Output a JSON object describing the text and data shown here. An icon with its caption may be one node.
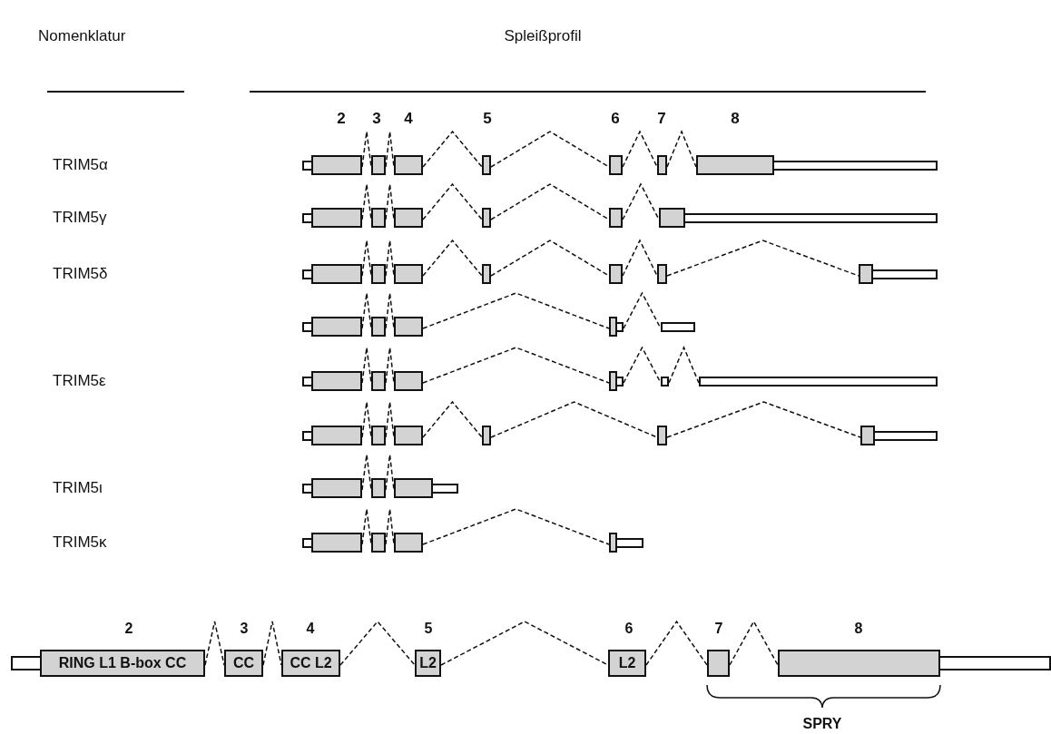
{
  "diagram": {
    "nodes": [
      {
        "text": [],
        "shape": "box"
      },
      {
        "text": [],
        "shape": "box"
      },
      {
        "text": [],
        "shape": "box"
      },
      {
        "text": [],
        "shape": "box"
      },
      {
        "text": [],
        "shape": "box"
      },
      {
        "text": [],
        "shape": "box"
      },
      {
        "text": [],
        "shape": "box"
      },
      {
        "text": [],
        "shape": "box"
      },
      {
        "text": [],
        "shape": "box"
      },
      {
        "text": [],
        "shape": "box"
      },
      {
        "text": [],
        "shape": "box"
      },
      {
        "text": [],
        "shape": "box"
      },
      {
        "text": [],
        "shape": "box"
      },
      {
        "text": [],
        "shape": "box"
      },
      {
        "text": [],
        "shape": "box"
      },
      {
        "text": [],
        "shape": "box"
      },
      {
        "text": [],
        "shape": "box"
      },
      {
        "text": [],
        "shape": "box"
      },
      {
        "text": [],
        "shape": "box"
      },
      {
        "text": [],
        "shape": "box"
      },
      {
        "text": [],
        "shape": "box"
      },
      {
        "text": [],
        "shape": "box"
      },
      {
        "text": [],
        "shape": "box"
      },
      {
        "text": [],
        "shape": "box"
      },
      {
        "text": [],
        "shape": "box"
      },
      {
        "text": [],
        "shape": "box"
      },
      {
        "text": [],
        "shape": "box"
      },
      {
        "text": [],
        "shape": "box"
      },
      {
        "text": [],
        "shape": "box"
      },
      {
        "text": [],
        "shape": "box"
      },
      {
        "text": [],
        "shape": "box"
      },
      {
        "text": [],
        "shape": "box"
      },
      {
        "text": [],
        "shape": "box"
      },
      {
        "text": [],
        "shape": "box"
      },
      {
        "text": [],
        "shape": "box"
      },
      {
        "text": [],
        "shape": "box"
      },
      {
        "text": [],
        "shape": "box"
      },
      {
        "text": [],
        "shape": "box"
      },
      {
        "text": [],
        "shape": "box"
      },
      {
        "text": [],
        "shape": "box"
      },
      {
        "text": [],
        "shape": "box"
      },
      {
        "text": [],
        "shape": "box"
      },
      {
        "text": [],
        "shape": "box"
      },
      {
        "text": [],
        "shape": "box"
      },
      {
        "text": [
          "RING L1 B-box CC"
        ]
      },
      {
        "text": [
          "CC"
        ]
      },
      {
        "text": [
          "CC L2"
        ]
      },
      {
        "text": [
          "L2"
        ]
      },
      {
        "text": [
          "L2"
        ]
      },
      {
        "text": [],
        "shape": "box"
      },
      {
        "text": [],
        "shape": "box"
      }
    ],
    "edges": [
      {
        "from": 0,
        "to": 1,
        "arrow": "none",
        "style": "dashed"
      },
      {
        "from": 1,
        "to": 2,
        "arrow": "none",
        "style": "dashed"
      },
      {
        "from": 2,
        "to": 3,
        "arrow": "none",
        "style": "dashed"
      },
      {
        "from": 3,
        "to": 4,
        "arrow": "none",
        "style": "dashed"
      },
      {
        "from": 4,
        "to": 5,
        "arrow": "none",
        "style": "dashed"
      },
      {
        "from": 5,
        "to": 6,
        "arrow": "none",
        "style": "dashed"
      },
      {
        "from": 7,
        "to": 8,
        "arrow": "none",
        "style": "dashed"
      },
      {
        "from": 8,
        "to": 9,
        "arrow": "none",
        "style": "dashed"
      },
      {
        "from": 9,
        "to": 10,
        "arrow": "none",
        "style": "dashed"
      },
      {
        "from": 10,
        "to": 11,
        "arrow": "none",
        "style": "dashed"
      },
      {
        "from": 11,
        "to": 12,
        "arrow": "none",
        "style": "dashed"
      },
      {
        "from": 13,
        "to": 14,
        "arrow": "none",
        "style": "dashed"
      },
      {
        "from": 14,
        "to": 15,
        "arrow": "none",
        "style": "dashed"
      },
      {
        "from": 15,
        "to": 16,
        "arrow": "none",
        "style": "dashed"
      },
      {
        "from": 16,
        "to": 17,
        "arrow": "none",
        "style": "dashed"
      },
      {
        "from": 17,
        "to": 18,
        "arrow": "none",
        "style": "dashed"
      },
      {
        "from": 18,
        "to": 19,
        "arrow": "none",
        "style": "dashed"
      },
      {
        "from": 20,
        "to": 21,
        "arrow": "none",
        "style": "dashed"
      },
      {
        "from": 21,
        "to": 22,
        "arrow": "none",
        "style": "dashed"
      },
      {
        "from": 22,
        "to": 23,
        "arrow": "none",
        "style": "dashed"
      },
      {
        "from": 23,
        "to": 24,
        "arrow": "none",
        "style": "dashed"
      },
      {
        "from": 25,
        "to": 26,
        "arrow": "none",
        "style": "dashed"
      },
      {
        "from": 26,
        "to": 27,
        "arrow": "none",
        "style": "dashed"
      },
      {
        "from": 27,
        "to": 28,
        "arrow": "none",
        "style": "dashed"
      },
      {
        "from": 28,
        "to": 29,
        "arrow": "none",
        "style": "dashed"
      },
      {
        "from": 29,
        "to": 30,
        "arrow": "none",
        "style": "dashed"
      },
      {
        "from": 31,
        "to": 32,
        "arrow": "none",
        "style": "dashed"
      },
      {
        "from": 32,
        "to": 33,
        "arrow": "none",
        "style": "dashed"
      },
      {
        "from": 33,
        "to": 34,
        "arrow": "none",
        "style": "dashed"
      },
      {
        "from": 34,
        "to": 35,
        "arrow": "none",
        "style": "dashed"
      },
      {
        "from": 35,
        "to": 36,
        "arrow": "none",
        "style": "dashed"
      },
      {
        "from": 37,
        "to": 38,
        "arrow": "none",
        "style": "dashed"
      },
      {
        "from": 38,
        "to": 39,
        "arrow": "none",
        "style": "dashed"
      },
      {
        "from": 40,
        "to": 41,
        "arrow": "none",
        "style": "dashed"
      },
      {
        "from": 41,
        "to": 42,
        "arrow": "none",
        "style": "dashed"
      },
      {
        "from": 42,
        "to": 43,
        "arrow": "none",
        "style": "dashed"
      },
      {
        "from": 44,
        "to": 45,
        "arrow": "none",
        "style": "dashed"
      },
      {
        "from": 45,
        "to": 46,
        "arrow": "none",
        "style": "dashed"
      },
      {
        "from": 46,
        "to": 47,
        "arrow": "none",
        "style": "dashed"
      },
      {
        "from": 47,
        "to": 48,
        "arrow": "none",
        "style": "dashed"
      },
      {
        "from": 48,
        "to": 49,
        "arrow": "none",
        "style": "dashed"
      },
      {
        "from": 49,
        "to": 50,
        "arrow": "none",
        "style": "dashed"
      }
    ],
    "labels": [
      "Nomenklatur",
      "Spleißprofil",
      "2",
      "3",
      "4",
      "5",
      "6",
      "7",
      "8",
      "TRIM5α",
      "TRIM5γ",
      "TRIM5δ",
      "TRIM5ε",
      "TRIM5ι",
      "TRIM5κ",
      "2",
      "3",
      "4",
      "5",
      "6",
      "7",
      "8",
      "SPRY"
    ]
  }
}
